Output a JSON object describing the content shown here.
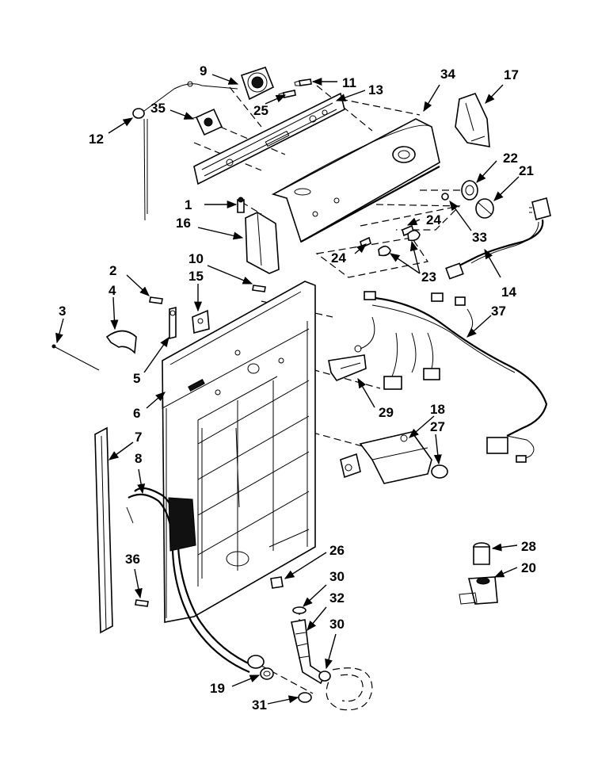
{
  "callouts": {
    "c1": "1",
    "c2": "2",
    "c3": "3",
    "c4": "4",
    "c5": "5",
    "c6": "6",
    "c7": "7",
    "c8": "8",
    "c9": "9",
    "c10": "10",
    "c11": "11",
    "c12": "12",
    "c13": "13",
    "c14": "14",
    "c15": "15",
    "c16": "16",
    "c17": "17",
    "c18": "18",
    "c19": "19",
    "c20": "20",
    "c21": "21",
    "c22": "22",
    "c23": "23",
    "c24a": "24",
    "c24b": "24",
    "c25": "25",
    "c26": "26",
    "c27": "27",
    "c28": "28",
    "c29": "29",
    "c30a": "30",
    "c30b": "30",
    "c31": "31",
    "c32": "32",
    "c33": "33",
    "c34": "34",
    "c35": "35",
    "c36": "36",
    "c37": "37"
  }
}
